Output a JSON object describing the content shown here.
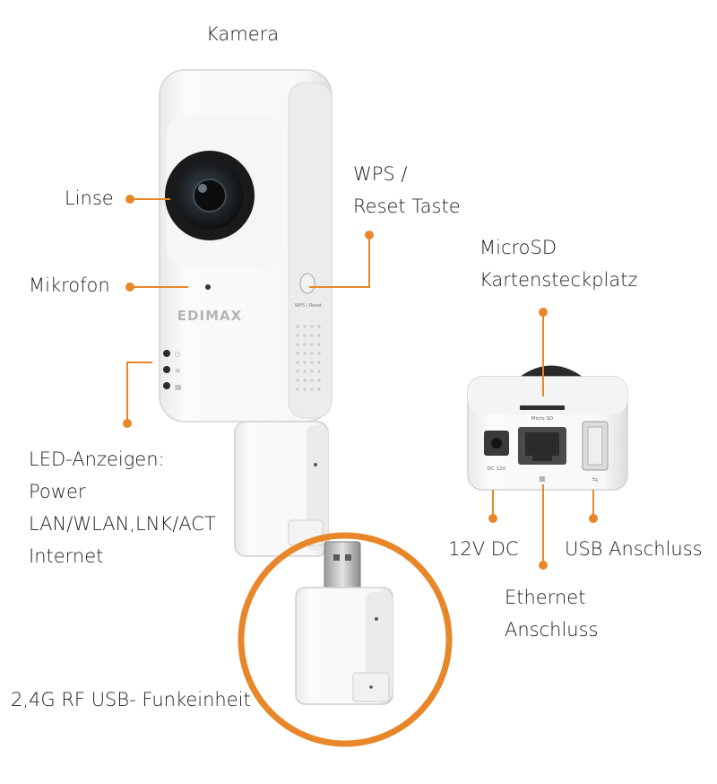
{
  "labels": {
    "camera": "Kamera",
    "lens": "Linse",
    "microphone": "Mikrofon",
    "wps_line1": "WPS /",
    "wps_line2": "Reset Taste",
    "microsd_line1": "MicroSD",
    "microsd_line2": "Kartensteckplatz",
    "led_line1": "LED-Anzeigen:",
    "led_line2": "Power",
    "led_line3": "LAN/WLAN,LNK/ACT",
    "led_line4": "Internet",
    "dc": "12V DC",
    "usb": "USB Anschluss",
    "ethernet_line1": "Ethernet",
    "ethernet_line2": "Anschluss",
    "rf_unit": "2,4G RF USB- Funkeinheit"
  },
  "device_text": {
    "brand": "EDIMAX",
    "wps_small": "WPS / Reset",
    "microsd_small": "Micro SD",
    "dc_small": "DC 12V"
  },
  "colors": {
    "accent": "#e8872a",
    "body": "#f4f4f4",
    "shadow": "#d9d9d9"
  }
}
